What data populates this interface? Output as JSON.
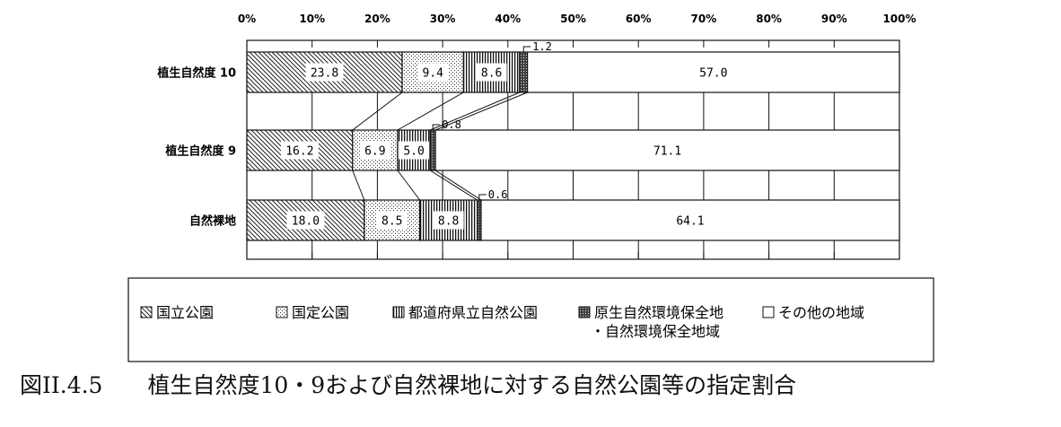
{
  "chart_data": {
    "type": "bar",
    "orientation": "horizontal",
    "stacked": "percent",
    "categories": [
      "植生自然度 10",
      "植生自然度 9",
      "自然裸地"
    ],
    "xlim": [
      0,
      100
    ],
    "ticks": [
      "0%",
      "10%",
      "20%",
      "30%",
      "40%",
      "50%",
      "60%",
      "70%",
      "80%",
      "90%",
      "100%"
    ],
    "series": [
      {
        "name": "国立公園",
        "values": [
          23.8,
          16.2,
          18.0
        ],
        "labels": [
          "23.8",
          "16.2",
          "18.0"
        ],
        "pattern": "diagonal-hatch"
      },
      {
        "name": "国定公園",
        "values": [
          9.4,
          6.9,
          8.5
        ],
        "labels": [
          "9.4",
          "6.9",
          "8.5"
        ],
        "pattern": "dots"
      },
      {
        "name": "都道府県立自然公園",
        "values": [
          8.6,
          5.0,
          8.8
        ],
        "labels": [
          "8.6",
          "5.0",
          "8.8"
        ],
        "pattern": "vertical-lines"
      },
      {
        "name": "原生自然環境保全地・自然環境保全地域",
        "values": [
          1.2,
          0.8,
          0.6
        ],
        "labels": [
          "1.2",
          "0.8",
          "0.6"
        ],
        "pattern": "dense"
      },
      {
        "name": "その他の地域",
        "values": [
          57.0,
          71.1,
          64.1
        ],
        "labels": [
          "57.0",
          "71.1",
          "64.1"
        ],
        "pattern": "blank"
      }
    ],
    "legend": {
      "placement": "bottom",
      "items": [
        {
          "line1": "国立公園",
          "line2": ""
        },
        {
          "line1": "国定公園",
          "line2": ""
        },
        {
          "line1": "都道府県立自然公園",
          "line2": ""
        },
        {
          "line1": "原生自然環境保全地",
          "line2": "・自然環境保全地域"
        },
        {
          "line1": "その他の地域",
          "line2": ""
        }
      ]
    },
    "grid": true
  },
  "caption": "図II.4.5　　植生自然度10・9および自然裸地に対する自然公園等の指定割合"
}
